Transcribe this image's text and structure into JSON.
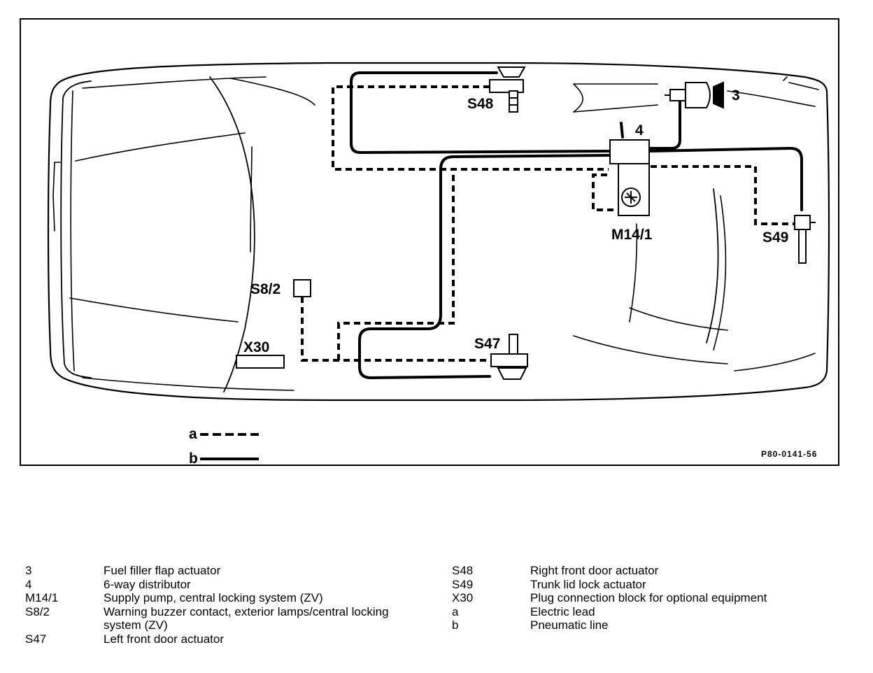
{
  "diagram": {
    "labels": {
      "s48": "S48",
      "s49": "S49",
      "s47": "S47",
      "s8_2": "S8/2",
      "x30": "X30",
      "m14_1": "M14/1",
      "n3": "3",
      "n4": "4",
      "a": "a",
      "b": "b"
    },
    "figure_code": "P80-0141-56"
  },
  "legend": {
    "left": [
      {
        "key": "3",
        "desc": "Fuel filler flap actuator"
      },
      {
        "key": "4",
        "desc": "6-way distributor"
      },
      {
        "key": "M14/1",
        "desc": "Supply pump, central locking system (ZV)"
      },
      {
        "key": "S8/2",
        "desc": "Warning buzzer contact, exterior lamps/central locking system (ZV)"
      },
      {
        "key": "S47",
        "desc": "Left front door actuator"
      }
    ],
    "right": [
      {
        "key": "S48",
        "desc": "Right front door actuator"
      },
      {
        "key": "S49",
        "desc": "Trunk lid lock actuator"
      },
      {
        "key": "X30",
        "desc": "Plug connection block for optional equipment"
      },
      {
        "key": "a",
        "desc": "Electric lead"
      },
      {
        "key": "b",
        "desc": "Pneumatic line"
      }
    ]
  }
}
